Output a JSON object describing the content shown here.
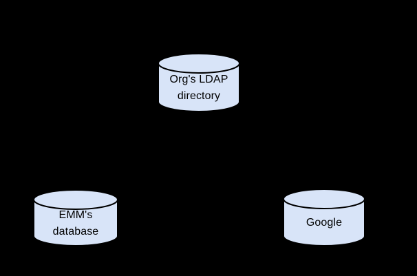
{
  "canvas": {
    "background": "#000000"
  },
  "diagram": {
    "style": {
      "node_fill": "#d8e4f8",
      "node_stroke": "#000000",
      "text_color": "#000000"
    },
    "nodes": [
      {
        "id": "orgs-ldap-directory",
        "shape": "database-cylinder",
        "lines": [
          "Org's LDAP",
          "directory"
        ]
      },
      {
        "id": "emms-database",
        "shape": "database-cylinder",
        "lines": [
          "EMM's",
          "database"
        ]
      },
      {
        "id": "google",
        "shape": "database-cylinder",
        "lines": [
          "Google"
        ]
      }
    ]
  }
}
